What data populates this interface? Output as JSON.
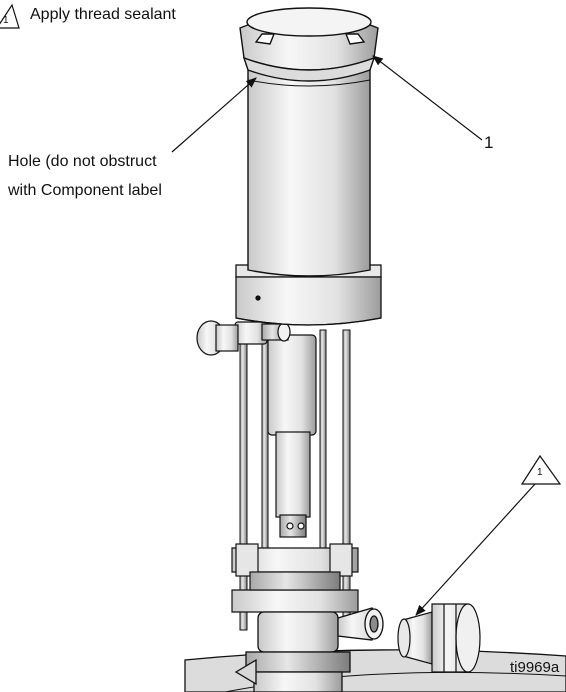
{
  "note": {
    "symbol": "1",
    "text": "Apply thread sealant"
  },
  "labels": {
    "hole_line1": "Hole (do not obstruct",
    "hole_line2": "with Component label",
    "callout_number": "1",
    "triangle_callout_number": "1",
    "figure_id": "ti9969a"
  },
  "icons": {
    "note_symbol": "warning-triangle-icon",
    "callout_symbol": "warning-triangle-icon"
  },
  "colors": {
    "line": "#111111",
    "metal_light": "#eeeeee",
    "metal_mid": "#c8c8c8",
    "metal_dark": "#8a8a8a"
  }
}
